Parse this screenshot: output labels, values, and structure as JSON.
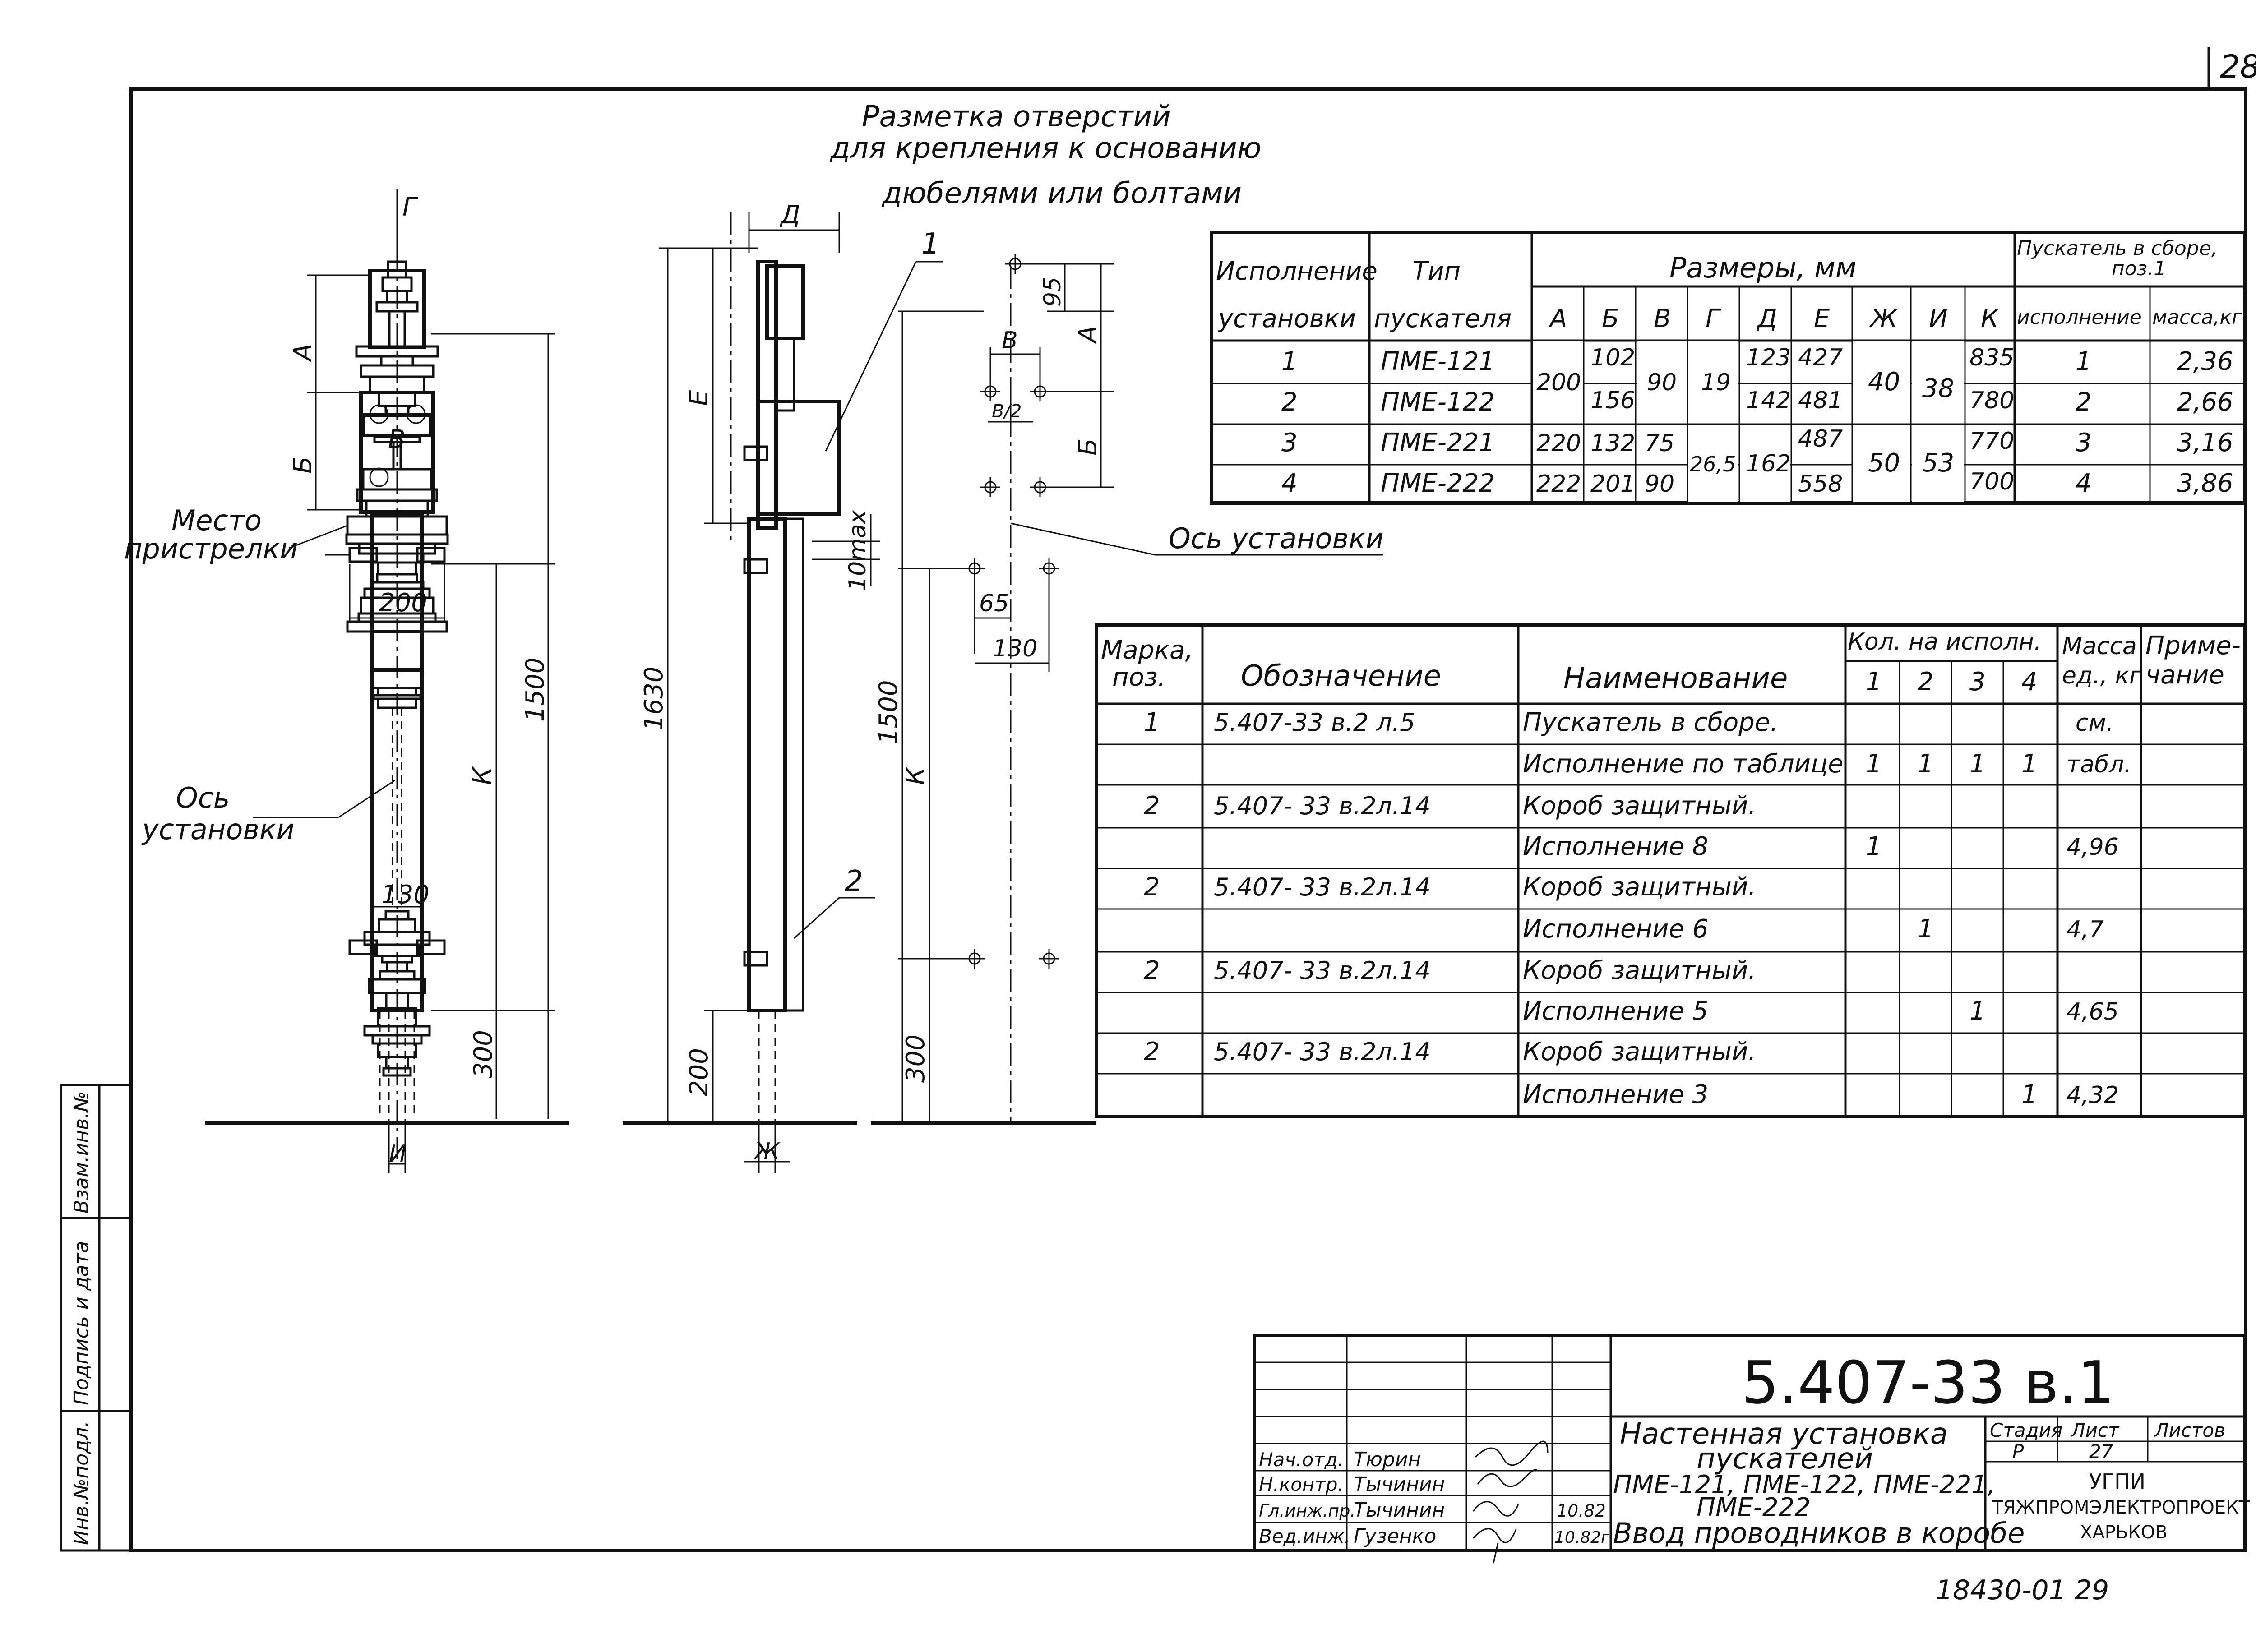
{
  "sheet_number": "28",
  "drawing": {
    "note_title": [
      "Разметка отверстий",
      "для крепления к основанию",
      "дюбелями или болтами"
    ],
    "callouts": {
      "shot_place": [
        "Место",
        "пристрелки"
      ],
      "axis_left": [
        "Ось",
        "установки"
      ],
      "axis_right": "Ось установки",
      "pos1": "1",
      "pos2": "2"
    },
    "letters": {
      "A": "А",
      "B": "Б",
      "V": "В",
      "G": "Г",
      "D": "Д",
      "E": "Е",
      "ZH": "Ж",
      "I": "И",
      "K": "К",
      "V2": "В/2"
    },
    "dims": {
      "d200": "200",
      "d1500": "1500",
      "d130": "130",
      "d300": "300",
      "d1630": "1630",
      "d95": "95",
      "d10max": "10max",
      "d65": "65"
    }
  },
  "size_table": {
    "head": {
      "variant": [
        "Исполнение",
        "установки"
      ],
      "type": [
        "Тип",
        "пускателя"
      ],
      "sizes": "Размеры, мм",
      "assembly": [
        "Пускатель в сборе,",
        "поз.1"
      ],
      "cols": [
        "А",
        "Б",
        "В",
        "Г",
        "Д",
        "Е",
        "Ж",
        "И",
        "К"
      ],
      "variant_col": "исполнение",
      "mass_col": "масса,кг"
    },
    "rows": [
      {
        "n": "1",
        "type": "ПМЕ-121",
        "b": "102",
        "d": "123",
        "e": "427",
        "k": "835",
        "var": "1",
        "mass": "2,36"
      },
      {
        "n": "2",
        "type": "ПМЕ-122",
        "b": "156",
        "d": "142",
        "e": "481",
        "k": "780",
        "var": "2",
        "mass": "2,66"
      },
      {
        "n": "3",
        "type": "ПМЕ-221",
        "a": "220",
        "b": "132",
        "v": "75",
        "e": "487",
        "k": "770",
        "var": "3",
        "mass": "3,16"
      },
      {
        "n": "4",
        "type": "ПМЕ-222",
        "a": "222",
        "b": "201",
        "v": "90",
        "e": "558",
        "k": "700",
        "var": "4",
        "mass": "3,86"
      }
    ],
    "merged": {
      "a12": "200",
      "v12": "90",
      "g12": "19",
      "g34": "26,5",
      "d34": "162",
      "zh12": "40",
      "zh34": "50",
      "i12": "38",
      "i34": "53"
    }
  },
  "spec_table": {
    "head": {
      "mark": [
        "Марка,",
        "поз."
      ],
      "designation": "Обозначение",
      "name": "Наименование",
      "qty": "Кол. на исполн.",
      "qty_cols": [
        "1",
        "2",
        "3",
        "4"
      ],
      "mass": [
        "Масса",
        "ед., кг"
      ],
      "note": [
        "Приме-",
        "чание"
      ]
    },
    "rows": [
      {
        "mark": "1",
        "des": "5.407-33   в.2 л.5",
        "name": "Пускатель в сборе.",
        "q1": "",
        "q2": "",
        "q3": "",
        "q4": "",
        "mass": "см."
      },
      {
        "mark": "",
        "des": "",
        "name": "Исполнение по таблице",
        "q1": "1",
        "q2": "1",
        "q3": "1",
        "q4": "1",
        "mass": "табл."
      },
      {
        "mark": "2",
        "des": "5.407- 33   в.2л.14",
        "name": "Короб защитный.",
        "q1": "",
        "q2": "",
        "q3": "",
        "q4": "",
        "mass": ""
      },
      {
        "mark": "",
        "des": "",
        "name": "Исполнение 8",
        "q1": "1",
        "q2": "",
        "q3": "",
        "q4": "",
        "mass": "4,96"
      },
      {
        "mark": "2",
        "des": "5.407- 33   в.2л.14",
        "name": "Короб защитный.",
        "q1": "",
        "q2": "",
        "q3": "",
        "q4": "",
        "mass": ""
      },
      {
        "mark": "",
        "des": "",
        "name": "Исполнение 6",
        "q1": "",
        "q2": "1",
        "q3": "",
        "q4": "",
        "mass": "4,7"
      },
      {
        "mark": "2",
        "des": "5.407- 33   в.2л.14",
        "name": "Короб защитный.",
        "q1": "",
        "q2": "",
        "q3": "",
        "q4": "",
        "mass": ""
      },
      {
        "mark": "",
        "des": "",
        "name": "Исполнение 5",
        "q1": "",
        "q2": "",
        "q3": "1",
        "q4": "",
        "mass": "4,65"
      },
      {
        "mark": "2",
        "des": "5.407- 33   в.2л.14",
        "name": "Короб защитный.",
        "q1": "",
        "q2": "",
        "q3": "",
        "q4": "",
        "mass": ""
      },
      {
        "mark": "",
        "des": "",
        "name": "Исполнение 3",
        "q1": "",
        "q2": "",
        "q3": "",
        "q4": "1",
        "mass": "4,32"
      }
    ]
  },
  "side_stamp": [
    "Инв.№подл.",
    "Подпись и дата",
    "Взам.инв.№"
  ],
  "title_block": {
    "code": "5.407-33 в.1",
    "title": [
      "Настенная установка",
      "пускателей",
      "ПМЕ-121, ПМЕ-122, ПМЕ-221,",
      "ПМЕ-222",
      "Ввод проводников в коробе"
    ],
    "stage_label": "Стадия",
    "sheet_label": "Лист",
    "sheets_label": "Листов",
    "stage": "Р",
    "sheet": "27",
    "org": [
      "УГПИ",
      "ТЯЖПРОМЭЛЕКТРОПРОЕКТ",
      "ХАРЬКОВ"
    ],
    "people": [
      {
        "role": "Нач.отд.",
        "name": "Тюрин",
        "date": ""
      },
      {
        "role": "Н.контр.",
        "name": "Тычинин",
        "date": ""
      },
      {
        "role": "Гл.инж.пр.",
        "name": "Тычинин",
        "date": "10.82"
      },
      {
        "role": "Вед.инж.",
        "name": "Гузенко",
        "date": "10.82г"
      }
    ]
  },
  "archive_number": "18430-01 29"
}
